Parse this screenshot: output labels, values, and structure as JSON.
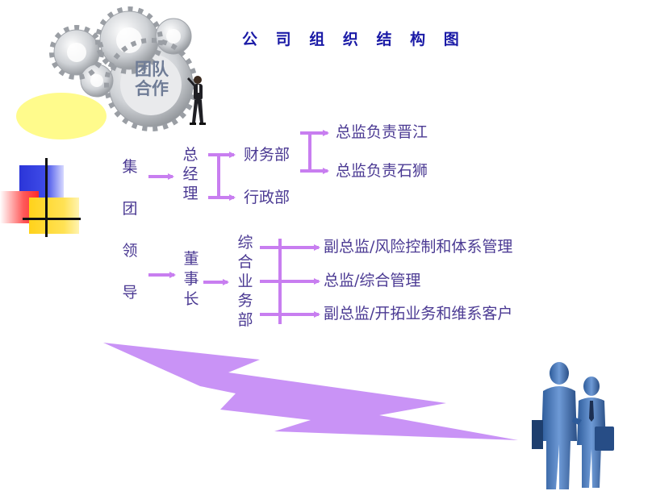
{
  "title": "公 司 组 织 结 构 图",
  "badge": {
    "line1": "团队",
    "line2": "合作"
  },
  "colors": {
    "text": "#4b3a93",
    "title": "#1a1aa6",
    "connector": "#c87ef0",
    "flag": "#c993f6"
  },
  "group_leader": [
    "集",
    "团",
    "领",
    "导"
  ],
  "general_manager": [
    "总",
    "经",
    "理"
  ],
  "chairman": [
    "董",
    "事",
    "长"
  ],
  "general_affairs": [
    "综",
    "合",
    "业",
    "务",
    "部"
  ],
  "departments": {
    "finance": "财务部",
    "admin": "行政部"
  },
  "supervisors": {
    "jinjiang": "总监负责晋江",
    "shishi": "总监负责石狮"
  },
  "business": {
    "risk": "副总监/风险控制和体系管理",
    "general": "总监/综合管理",
    "expand": "副总监/开拓业务和维系客户"
  }
}
